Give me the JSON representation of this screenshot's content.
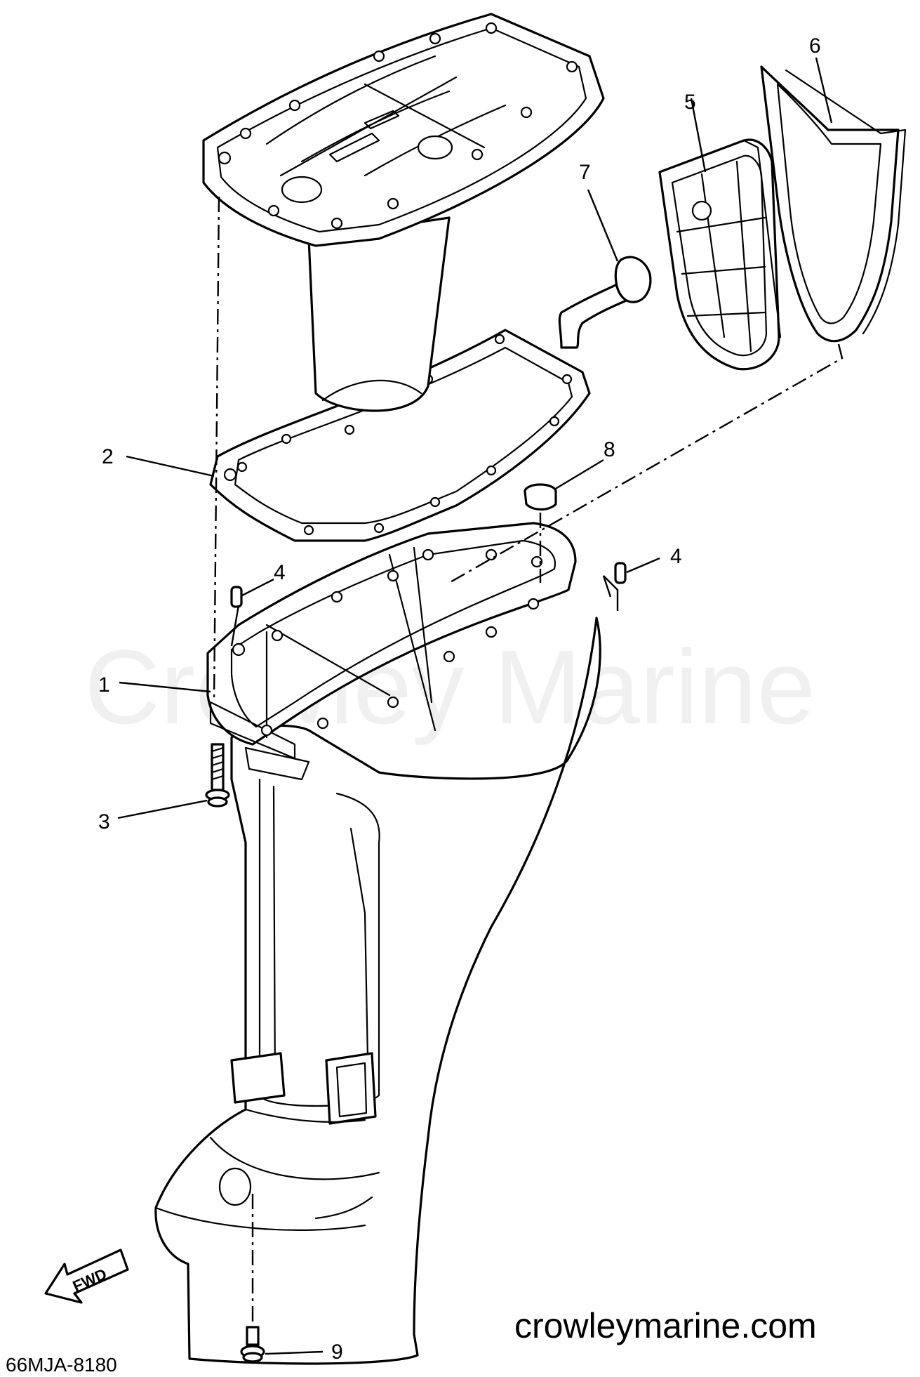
{
  "diagram_code": "66MJA-8180",
  "direction_label": "FWD",
  "watermark": "Crowley Marine",
  "site": "crowleymarine.com",
  "callouts": [
    "1",
    "2",
    "3",
    "4",
    "4",
    "5",
    "6",
    "7",
    "8",
    "9"
  ]
}
